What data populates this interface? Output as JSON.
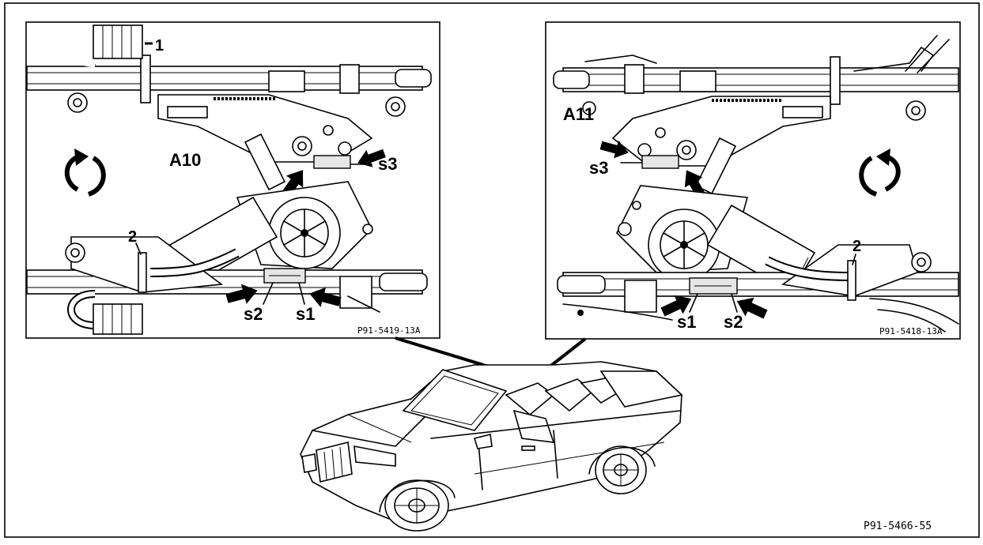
{
  "figure_code": "P91-5466-55",
  "left_panel": {
    "label_unit": "A10",
    "code": "P91-5419-13A",
    "callouts": {
      "c1": "1",
      "c2": "2",
      "s1": "s1",
      "s2": "s2",
      "s3": "s3"
    }
  },
  "right_panel": {
    "label_unit": "A11",
    "code": "P91-5418-13A",
    "callouts": {
      "c2": "2",
      "s1": "s1",
      "s2": "s2",
      "s3": "s3"
    }
  },
  "icons": {
    "rotation_left": "rotate-counterclockwise-arrow-icon",
    "rotation_right": "rotate-clockwise-arrow-icon",
    "push_arrow": "push-arrow-icon"
  }
}
